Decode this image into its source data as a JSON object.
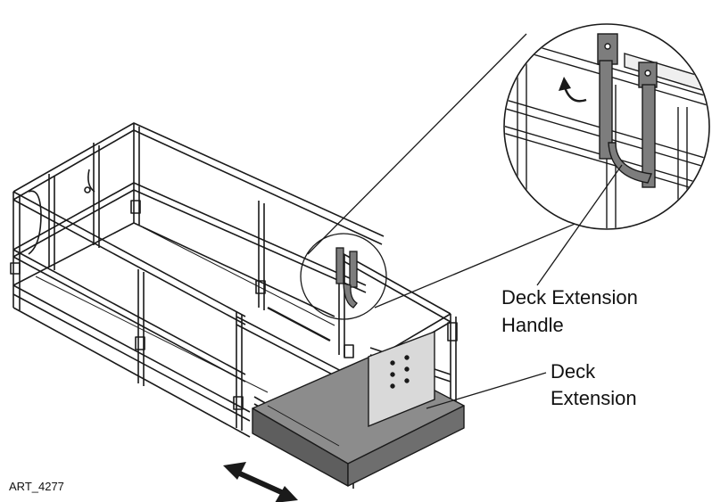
{
  "figure": {
    "id_label": "ART_4277",
    "callouts": {
      "handle": {
        "line1": "Deck Extension",
        "line2": "Handle"
      },
      "extension": {
        "line1": "Deck",
        "line2": "Extension"
      }
    }
  },
  "colors": {
    "line": "#1a1a1a",
    "deck_fill": "#8c8c8c",
    "deck_dark": "#5e5e5e",
    "panel_fill": "#d9d9d9",
    "handle_fill": "#7d7d7d"
  },
  "icons": {
    "direction": "double-arrow-icon",
    "rotate": "curved-arrow-icon"
  }
}
